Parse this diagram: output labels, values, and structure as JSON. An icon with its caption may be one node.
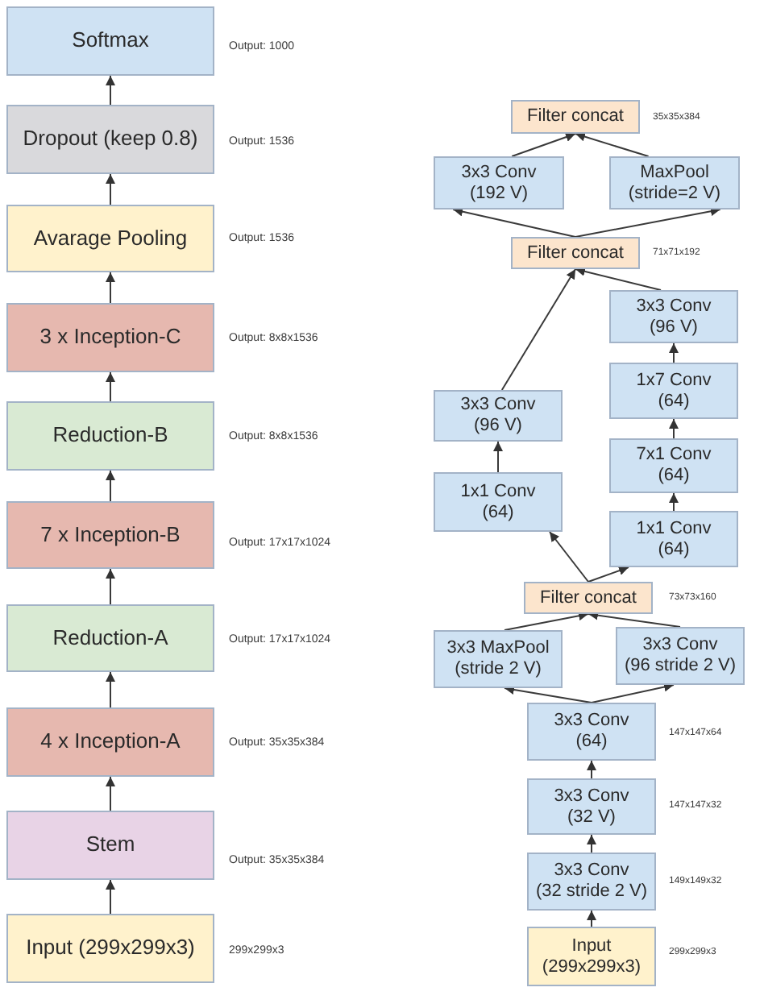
{
  "diagram": {
    "nodes": [
      {
        "text": [
          "Softmax"
        ],
        "beside": [
          "Output: 1000"
        ]
      },
      {
        "text": [
          "Dropout (keep 0.8)"
        ],
        "beside": [
          "Output: 1536"
        ]
      },
      {
        "text": [
          "Avarage Pooling"
        ],
        "beside": [
          "Output: 1536"
        ]
      },
      {
        "text": [
          "3 x Inception-C"
        ],
        "beside": [
          "Output: 8x8x1536"
        ]
      },
      {
        "text": [
          "Reduction-B"
        ],
        "beside": [
          "Output: 8x8x1536"
        ]
      },
      {
        "text": [
          "7 x Inception-B"
        ],
        "beside": [
          "Output: 17x17x1024"
        ]
      },
      {
        "text": [
          "Reduction-A"
        ],
        "beside": [
          "Output: 17x17x1024"
        ]
      },
      {
        "text": [
          "4 x Inception-A"
        ],
        "beside": [
          "Output: 35x35x384"
        ]
      },
      {
        "text": [
          "Stem"
        ],
        "beside": [
          "Output: 35x35x384"
        ]
      },
      {
        "text": [
          "Input (299x299x3)"
        ],
        "beside": [
          "299x299x3"
        ]
      },
      {
        "text": [
          "Filter concat"
        ],
        "beside": [
          "35x35x384"
        ]
      },
      {
        "text": [
          "3x3 Conv (192 V)"
        ]
      },
      {
        "text": [
          "MaxPool (stride=2 V)"
        ]
      },
      {
        "text": [
          "Filter concat"
        ],
        "beside": [
          "71x71x192"
        ]
      },
      {
        "text": [
          "3x3 Conv (96 V)"
        ]
      },
      {
        "text": [
          "1x7 Conv (64)"
        ]
      },
      {
        "text": [
          "3x3 Conv (96 V)"
        ]
      },
      {
        "text": [
          "7x1 Conv (64)"
        ]
      },
      {
        "text": [
          "1x1 Conv (64)"
        ]
      },
      {
        "text": [
          "1x1 Conv (64)"
        ]
      },
      {
        "text": [
          "Filter concat"
        ],
        "beside": [
          "73x73x160"
        ]
      },
      {
        "text": [
          "3x3 MaxPool (stride 2 V)"
        ]
      },
      {
        "text": [
          "3x3 Conv (96 stride 2 V)"
        ]
      },
      {
        "text": [
          "3x3 Conv (64)"
        ],
        "beside": [
          "147x147x64"
        ]
      },
      {
        "text": [
          "3x3 Conv (32 V)"
        ],
        "beside": [
          "147x147x32"
        ]
      },
      {
        "text": [
          "3x3 Conv (32 stride 2 V)"
        ],
        "beside": [
          "149x149x32"
        ]
      },
      {
        "text": [
          "Input (299x299x3)"
        ],
        "beside": [
          "299x299x3"
        ]
      }
    ],
    "edges": [
      {
        "from": 9,
        "to": 8,
        "arrow": "to"
      },
      {
        "from": 8,
        "to": 7,
        "arrow": "to"
      },
      {
        "from": 7,
        "to": 6,
        "arrow": "to"
      },
      {
        "from": 6,
        "to": 5,
        "arrow": "to"
      },
      {
        "from": 5,
        "to": 4,
        "arrow": "to"
      },
      {
        "from": 4,
        "to": 3,
        "arrow": "to"
      },
      {
        "from": 3,
        "to": 2,
        "arrow": "to"
      },
      {
        "from": 2,
        "to": 1,
        "arrow": "to"
      },
      {
        "from": 1,
        "to": 0,
        "arrow": "to"
      },
      {
        "from": 26,
        "to": 25,
        "arrow": "to"
      },
      {
        "from": 25,
        "to": 24,
        "arrow": "to"
      },
      {
        "from": 24,
        "to": 23,
        "arrow": "to"
      },
      {
        "from": 23,
        "to": 21,
        "arrow": "to"
      },
      {
        "from": 23,
        "to": 22,
        "arrow": "to"
      },
      {
        "from": 21,
        "to": 20,
        "arrow": "to"
      },
      {
        "from": 22,
        "to": 20,
        "arrow": "to"
      },
      {
        "from": 20,
        "to": 18,
        "arrow": "to"
      },
      {
        "from": 20,
        "to": 19,
        "arrow": "to"
      },
      {
        "from": 18,
        "to": 16,
        "arrow": "to"
      },
      {
        "from": 19,
        "to": 17,
        "arrow": "to"
      },
      {
        "from": 17,
        "to": 15,
        "arrow": "to"
      },
      {
        "from": 15,
        "to": 14,
        "arrow": "to"
      },
      {
        "from": 16,
        "to": 13,
        "arrow": "to"
      },
      {
        "from": 14,
        "to": 13,
        "arrow": "to"
      },
      {
        "from": 13,
        "to": 11,
        "arrow": "to"
      },
      {
        "from": 13,
        "to": 12,
        "arrow": "to"
      },
      {
        "from": 11,
        "to": 10,
        "arrow": "to"
      },
      {
        "from": 12,
        "to": 10,
        "arrow": "to"
      }
    ]
  }
}
